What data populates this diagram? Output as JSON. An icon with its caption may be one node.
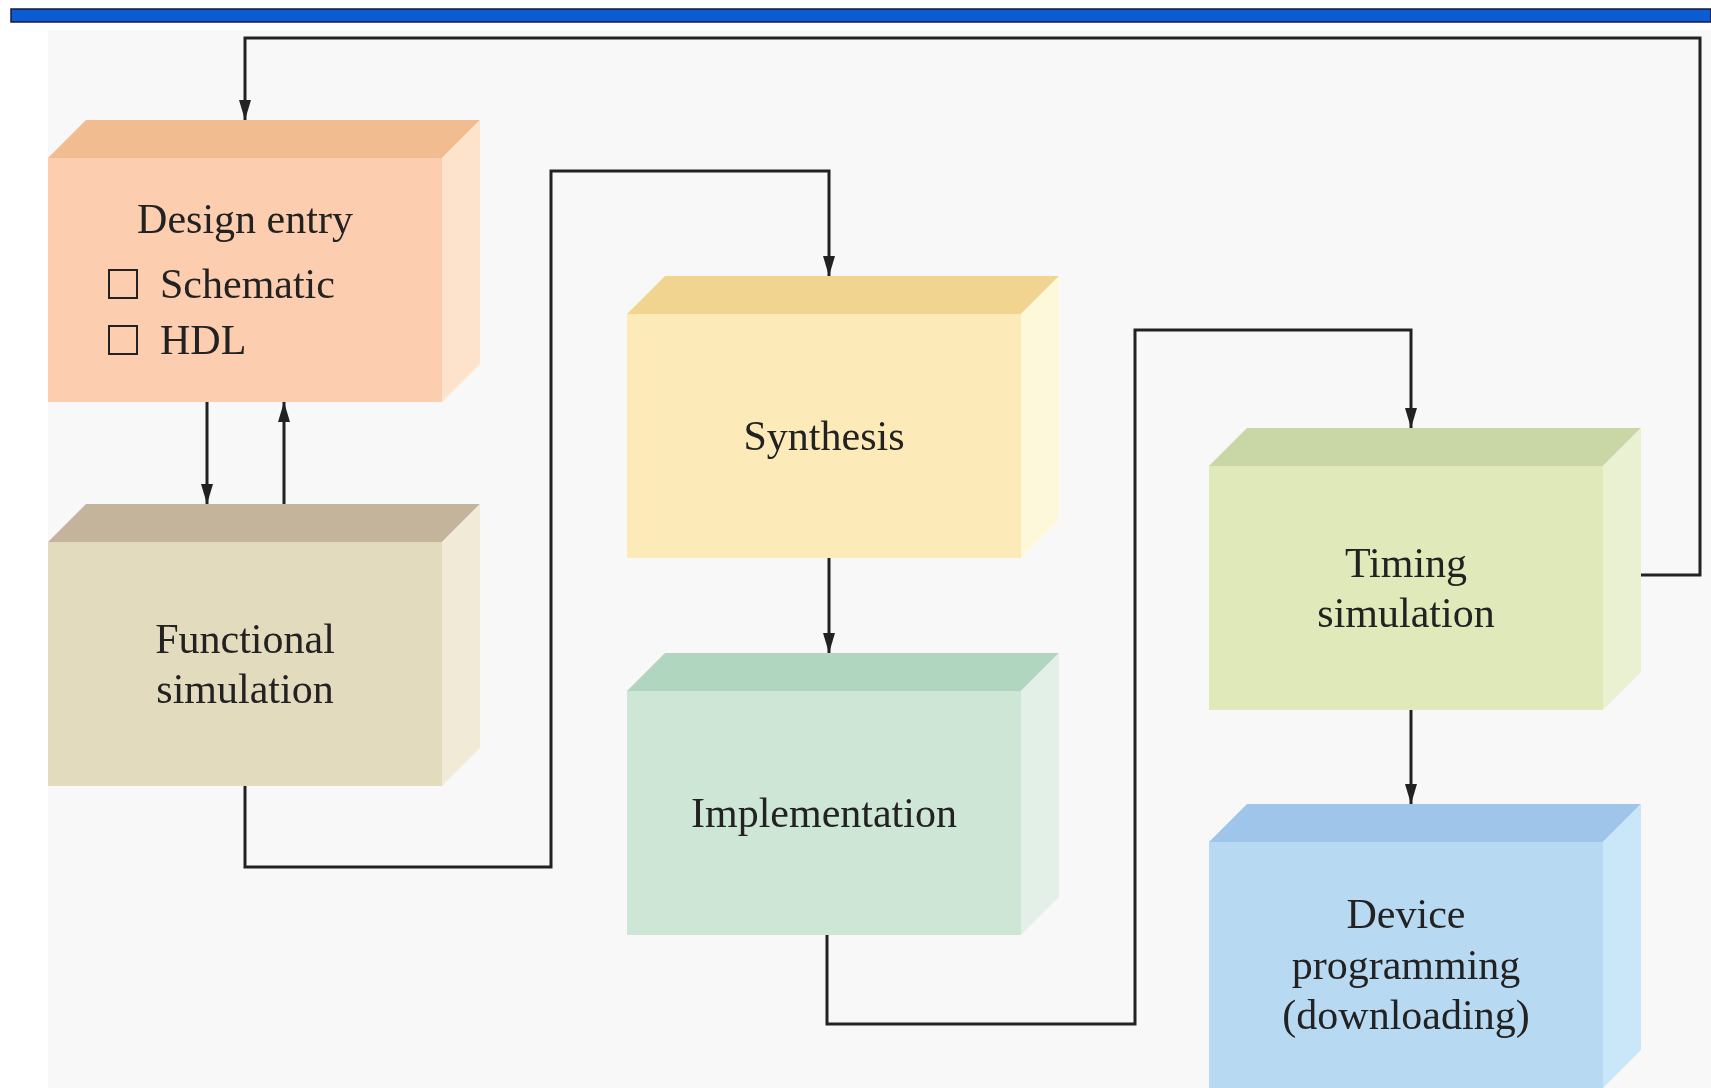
{
  "diagram": {
    "nodes": [
      {
        "text": [
          "Design entry",
          "Schematic",
          "HDL"
        ]
      },
      {
        "text": [
          "Functional simulation"
        ]
      },
      {
        "text": [
          "Synthesis"
        ]
      },
      {
        "text": [
          "Implementation"
        ]
      },
      {
        "text": [
          "Timing simulation"
        ]
      },
      {
        "text": [
          "Device programming (downloading)"
        ]
      }
    ],
    "edges": [
      {
        "from": 0,
        "to": 1,
        "arrow": "to"
      },
      {
        "from": 1,
        "to": 0,
        "arrow": "to"
      },
      {
        "from": 1,
        "to": 2,
        "arrow": "to"
      },
      {
        "from": 2,
        "to": 3,
        "arrow": "to"
      },
      {
        "from": 3,
        "to": 4,
        "arrow": "to"
      },
      {
        "from": 4,
        "to": 5,
        "arrow": "to"
      },
      {
        "from": 4,
        "to": 0,
        "arrow": "to"
      }
    ]
  }
}
